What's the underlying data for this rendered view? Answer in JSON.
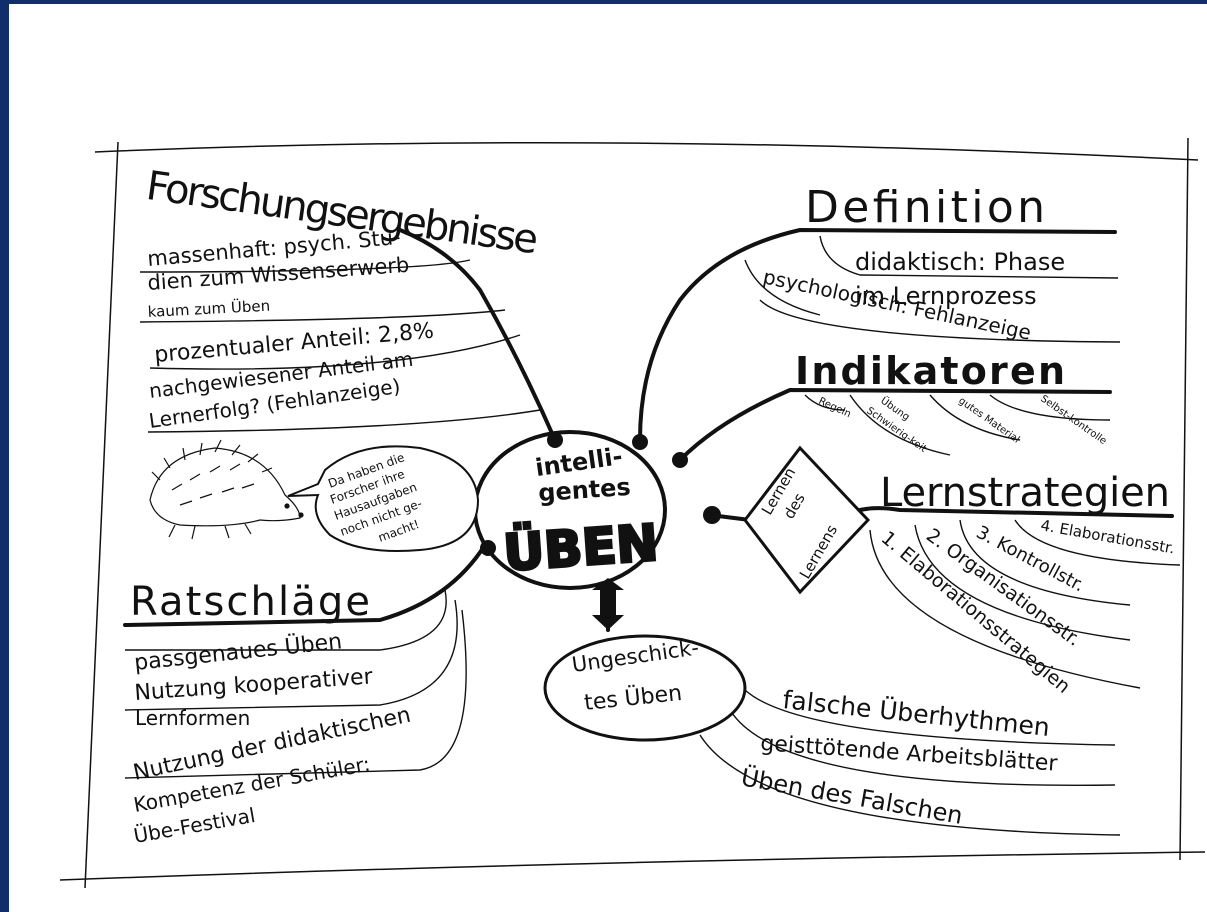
{
  "colors": {
    "frame": "#0f2e6b",
    "ink": "#111111",
    "paper": "#ffffff"
  },
  "center": {
    "line1": "intelli-",
    "line2": "gentes",
    "line3": "ÜBEN"
  },
  "forschung": {
    "title": "Forschungsergebnisse",
    "items": [
      "massenhaft: psych. Stu-",
      "dien zum Wissenserwerb",
      "kaum zum Üben",
      "prozentualer Anteil: 2,8%",
      "nachgewiesener Anteil am",
      "Lernerfolg? (Fehlanzeige)"
    ],
    "hedgehog_speech": [
      "Da haben die",
      "Forscher ihre",
      "Hausaufgaben",
      "noch nicht ge-",
      "macht!"
    ]
  },
  "definition": {
    "title": "Definition",
    "items": [
      "didaktisch: Phase",
      "im Lernprozess",
      "psychologisch: Fehlanzeige"
    ]
  },
  "indikatoren": {
    "title": "Indikatoren",
    "items": [
      "Regeln",
      "Übung",
      "Schwierig-keit",
      "gutes Material",
      "Selbst-kontrolle"
    ]
  },
  "lernstrategien": {
    "title": "Lernstrategien",
    "diamond": [
      "Lernen",
      "des",
      "Lernens"
    ],
    "items": [
      "4. Elaborationsstr.",
      "3. Kontrollstr.",
      "2. Organisationsstr.",
      "1. Elaborationsstrategien"
    ]
  },
  "ungeschickt": {
    "title_line1": "Ungeschick-",
    "title_line2": "tes Üben",
    "items": [
      "falsche Überhythmen",
      "geisttötende Arbeitsblätter",
      "Üben des Falschen"
    ]
  },
  "ratschlaege": {
    "title": "Ratschläge",
    "items": [
      "passgenaues Üben",
      "Nutzung kooperativer",
      "Lernformen",
      "Nutzung der didaktischen",
      "Kompetenz der Schüler:",
      "Übe-Festival"
    ]
  }
}
